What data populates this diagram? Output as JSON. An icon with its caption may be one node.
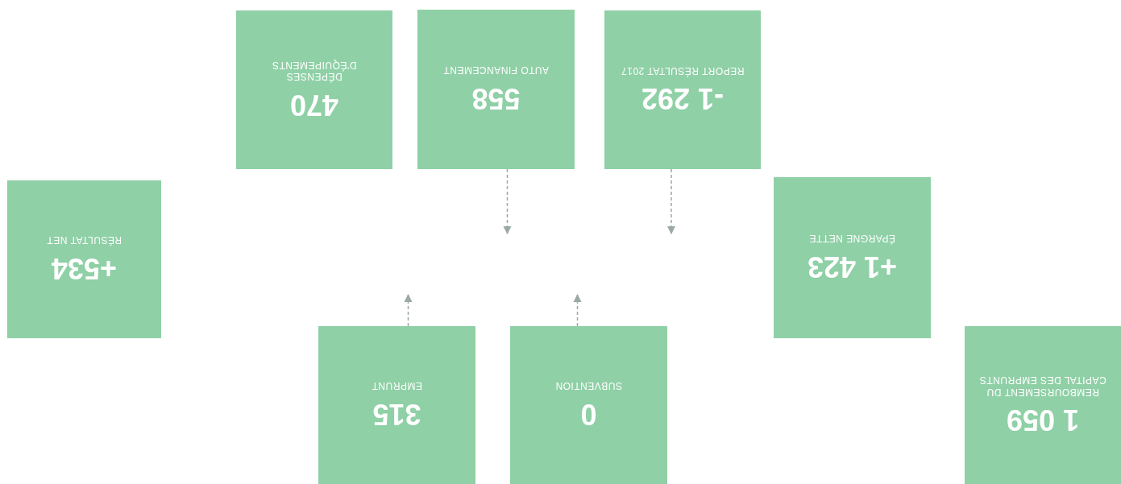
{
  "diagram": {
    "nodes": [
      {
        "text": [
          "1 059",
          "REMBOURSEMENT DU CAPITAL DES EMPRUNTS"
        ]
      },
      {
        "text": [
          "0",
          "SUBVENTION"
        ]
      },
      {
        "text": [
          "315",
          "EMPRUNT"
        ]
      },
      {
        "text": [
          "+1 423",
          "ÉPARGNE NETTE"
        ]
      },
      {
        "text": [
          "+534",
          "RÉSULTAT NET"
        ]
      },
      {
        "text": [
          "-1 292",
          "REPORT RÉSULTAT 2017"
        ]
      },
      {
        "text": [
          "558",
          "AUTO FINANCEMENT"
        ]
      },
      {
        "text": [
          "470",
          "DÉPENSES D'ÉQUIPEMENTS"
        ]
      }
    ],
    "edges": [
      {
        "from": 1,
        "to": null,
        "arrow": "to",
        "style": "dashed"
      },
      {
        "from": 2,
        "to": null,
        "arrow": "to",
        "style": "dashed"
      },
      {
        "from": 5,
        "to": null,
        "arrow": "to",
        "style": "dashed"
      },
      {
        "from": 6,
        "to": null,
        "arrow": "to",
        "style": "dashed"
      }
    ]
  }
}
